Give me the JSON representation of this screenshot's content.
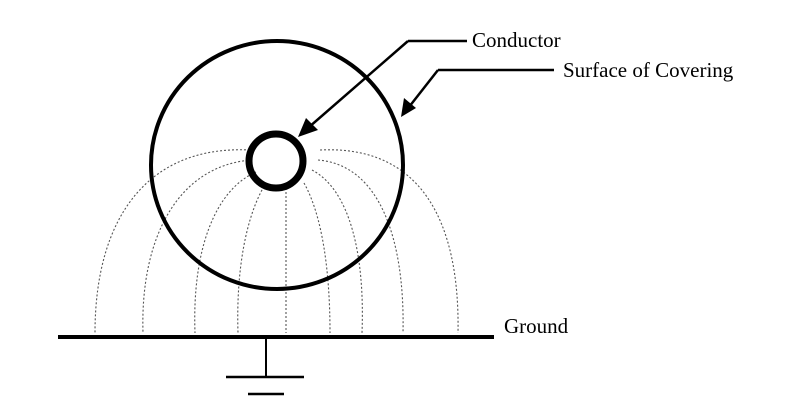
{
  "labels": {
    "conductor": "Conductor",
    "surface_of_covering": "Surface of Covering",
    "ground": "Ground"
  },
  "colors": {
    "ink": "#000000",
    "field_lines": "#555555",
    "background": "#ffffff"
  }
}
